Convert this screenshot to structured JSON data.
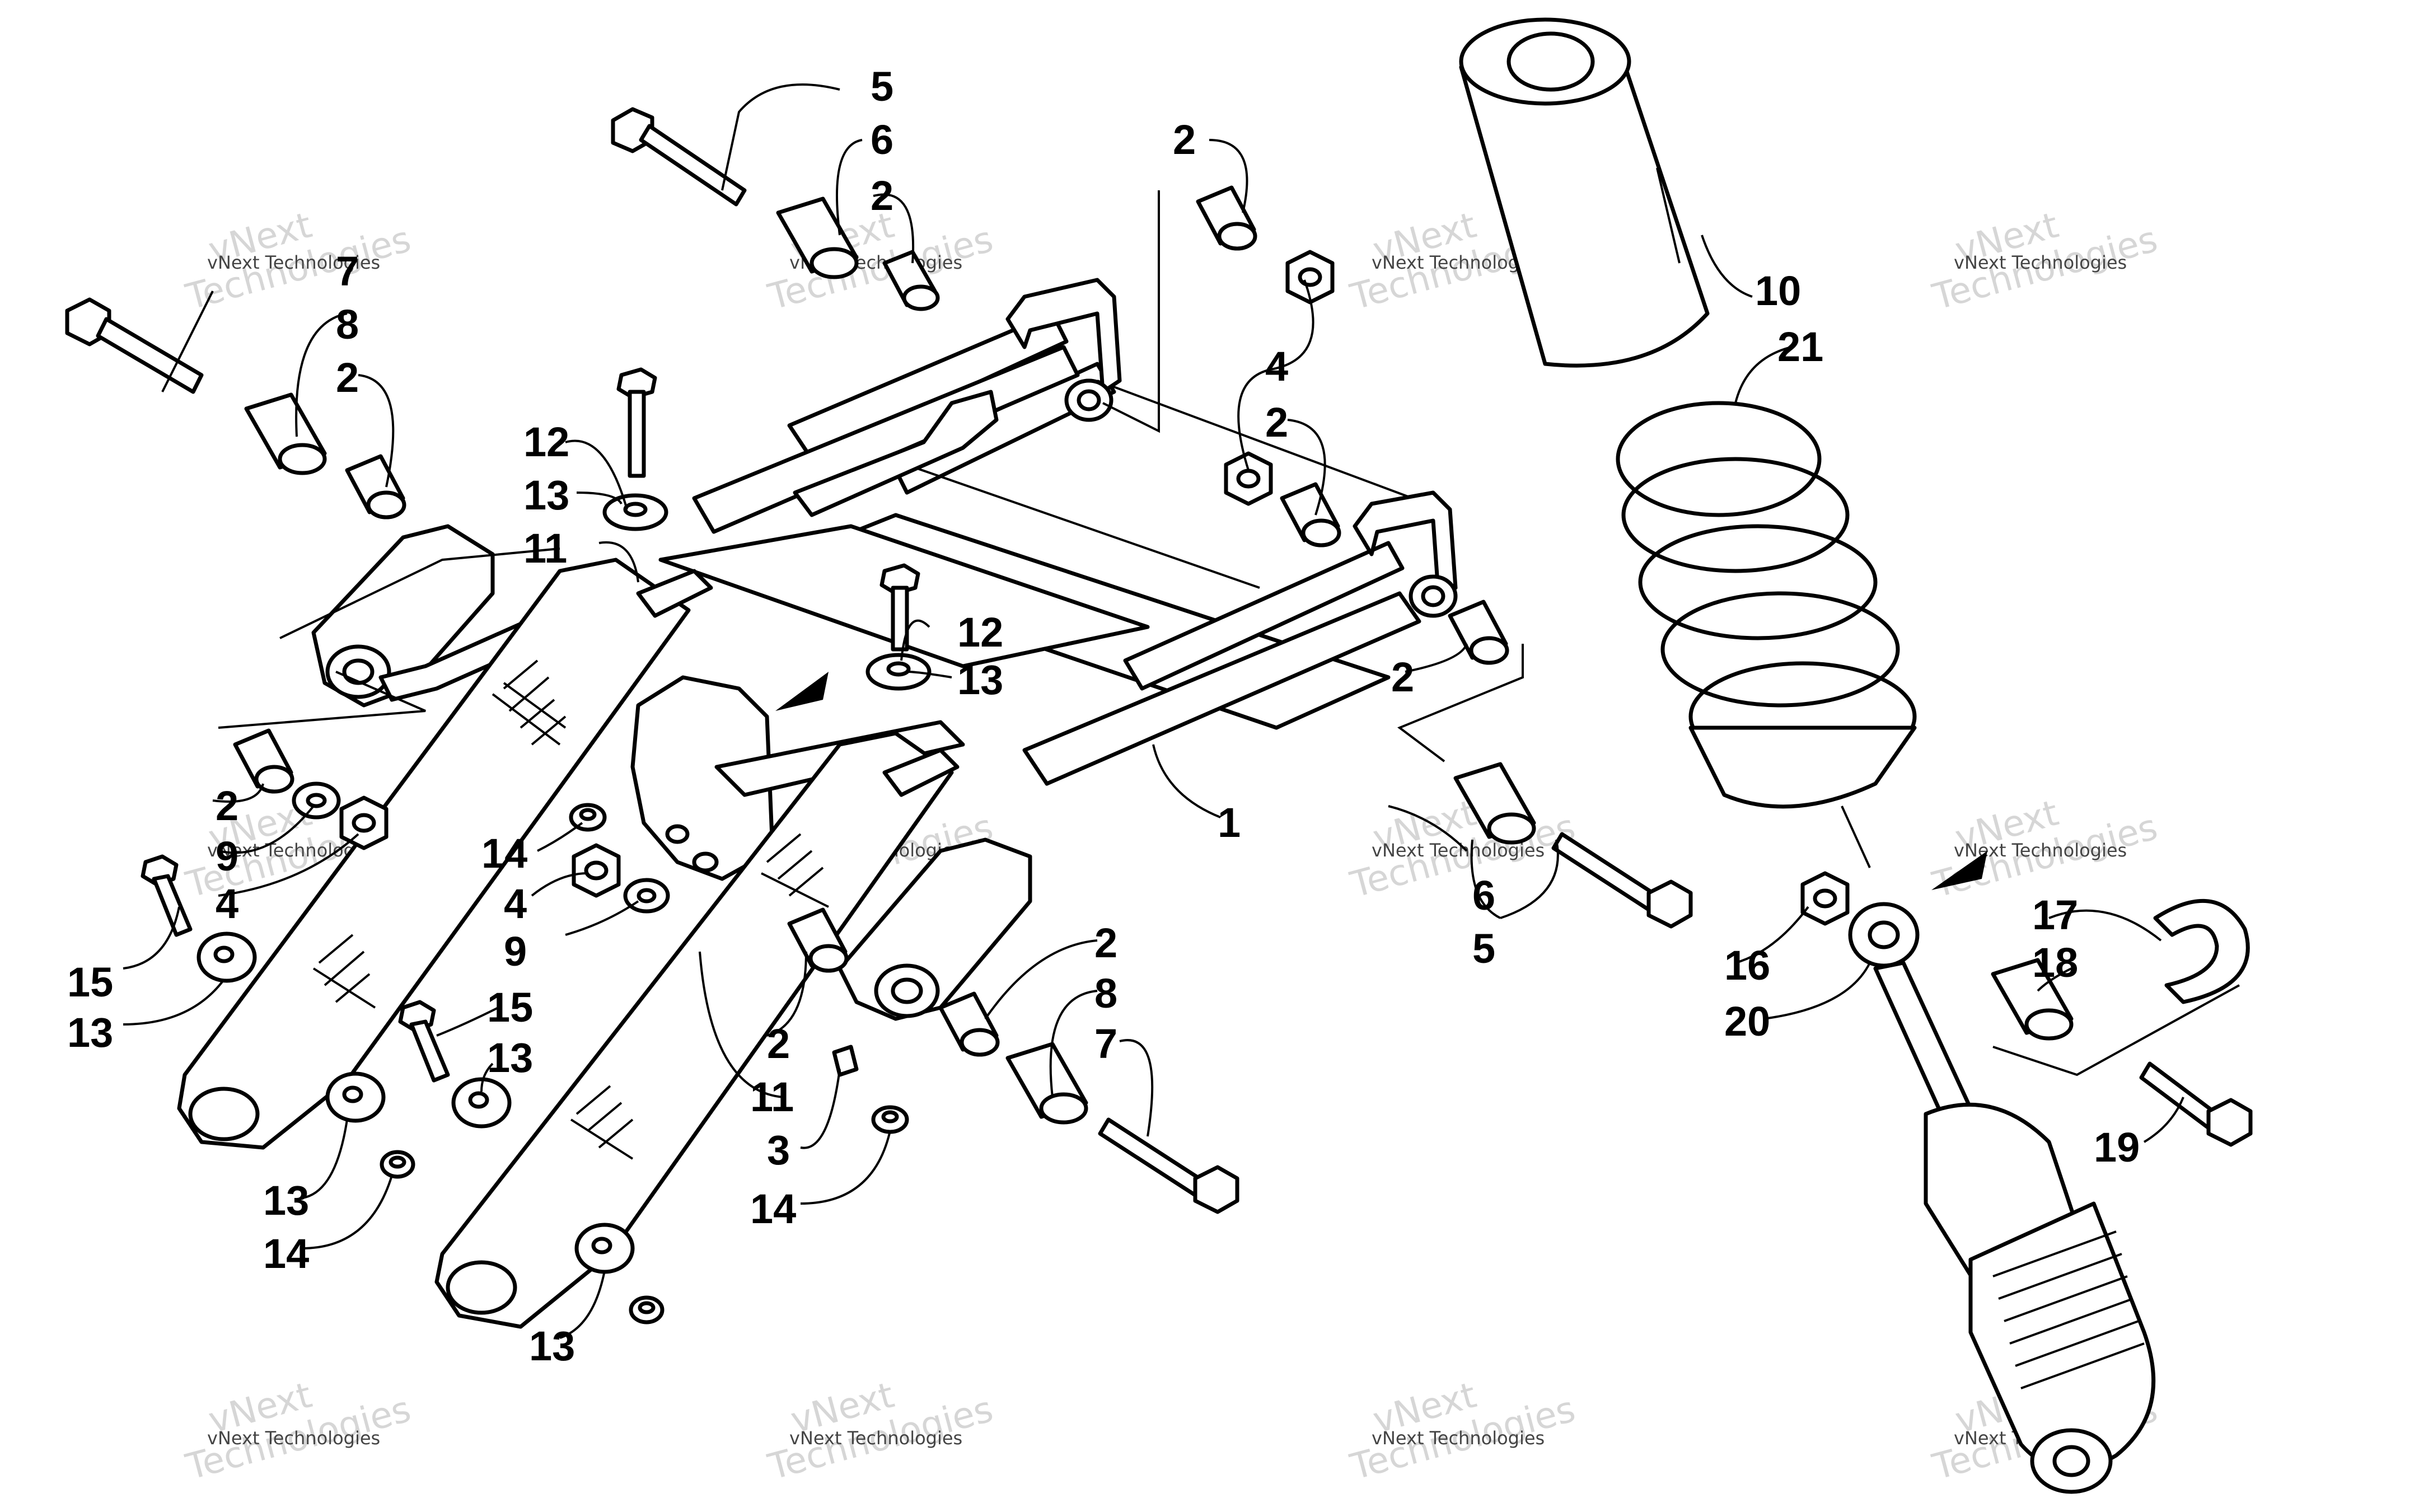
{
  "diagram": {
    "callouts": [
      "1",
      "2",
      "3",
      "4",
      "5",
      "6",
      "7",
      "8",
      "9",
      "10",
      "11",
      "12",
      "13",
      "14",
      "15",
      "16",
      "17",
      "18",
      "19",
      "20",
      "21"
    ],
    "watermark": {
      "line1": "vNext Technologies",
      "line2": "vNext",
      "line3": "Technologies"
    }
  }
}
